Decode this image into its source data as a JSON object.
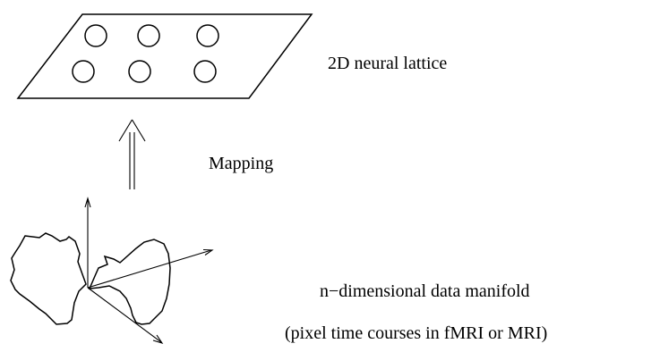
{
  "labels": {
    "lattice": "2D neural lattice",
    "mapping": "Mapping",
    "manifold": "n−dimensional data manifold",
    "modality": "(pixel time courses in fMRI or MRI)"
  },
  "colors": {
    "line": "#000000",
    "background": "#ffffff"
  }
}
